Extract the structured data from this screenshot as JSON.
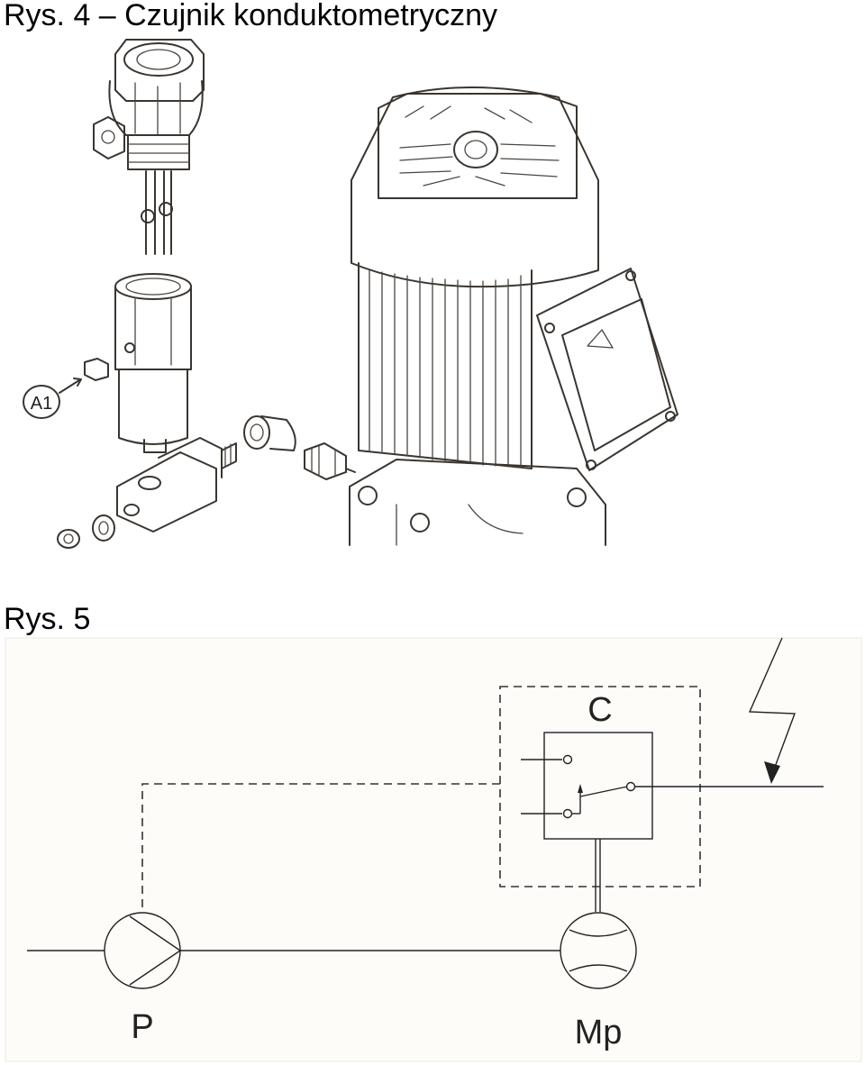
{
  "figure4": {
    "caption": "Rys. 4 – Czujnik konduktometryczny",
    "callout": "A1"
  },
  "figure5": {
    "caption": "Rys. 5",
    "labels": {
      "controller": "C",
      "pump": "P",
      "motor": "Mp"
    }
  }
}
